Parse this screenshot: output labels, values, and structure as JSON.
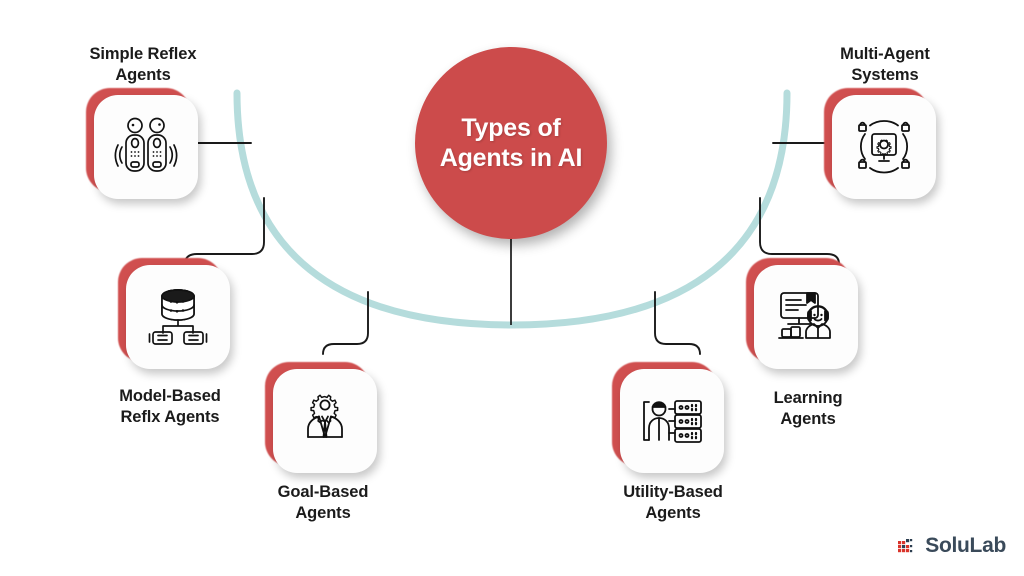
{
  "page": {
    "title": "Types of Agents in AI",
    "background_color": "#ffffff"
  },
  "hub": {
    "line1": "Types of",
    "line2": "Agents in AI",
    "fill_color": "#cc4b4b",
    "text_color": "#ffffff"
  },
  "theme": {
    "accent_red": "#cc4b4b",
    "card_accent": "#d04f4f",
    "arc_teal": "#b5dcdc",
    "connector_black": "#1a1a1a",
    "label_color": "#1b1b1b",
    "card_face": "#fdfdfd"
  },
  "nodes": [
    {
      "id": "simple-reflex-agents",
      "label_line1": "Simple Reflex",
      "label_line2": "Agents",
      "icon": "two-robots-sensing-icon",
      "position": "top-left"
    },
    {
      "id": "model-based-reflx-agents",
      "label_line1": "Model-Based",
      "label_line2": "Reflx Agents",
      "icon": "database-model-nodes-icon",
      "position": "mid-left"
    },
    {
      "id": "goal-based-agents",
      "label_line1": "Goal-Based",
      "label_line2": "Agents",
      "icon": "gear-head-person-icon",
      "position": "bottom-left"
    },
    {
      "id": "utility-based-agents",
      "label_line1": "Utility-Based",
      "label_line2": "Agents",
      "icon": "person-server-racks-icon",
      "position": "bottom-right"
    },
    {
      "id": "learning-agents",
      "label_line1": "Learning",
      "label_line2": "Agents",
      "icon": "monitor-headset-learner-icon",
      "position": "mid-right"
    },
    {
      "id": "multi-agent-systems",
      "label_line1": "Multi-Agent",
      "label_line2": "Systems",
      "icon": "network-agents-gear-monitor-icon",
      "position": "top-right"
    }
  ],
  "brand": {
    "name": "SoluLab",
    "mark": "solulab-logo-mark",
    "mark_colors": [
      "#d9342b",
      "#2c3e50"
    ],
    "text_color": "#3a4a5a"
  }
}
